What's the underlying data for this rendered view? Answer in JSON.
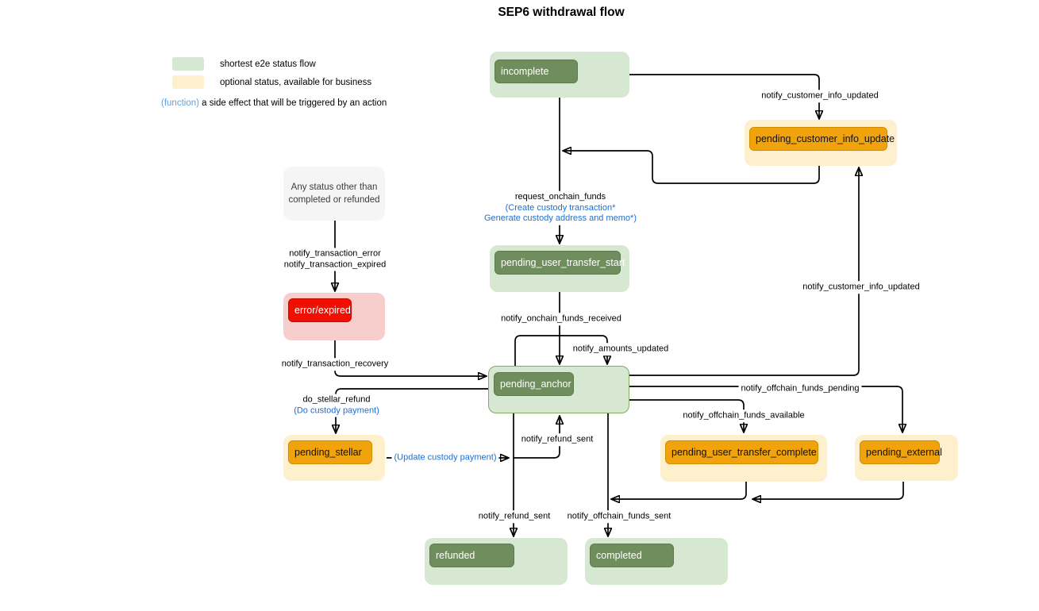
{
  "title": "SEP6 withdrawal flow",
  "legend": {
    "green_label": "shortest e2e status flow",
    "yellow_label": "optional status, available for business",
    "function_label": "(function)",
    "function_desc": " a side effect that will be triggered by an action"
  },
  "nodes": {
    "incomplete": {
      "label": "incomplete",
      "type": "shortest-flow"
    },
    "pending_customer_info_update": {
      "label": "pending_customer_info_update",
      "type": "optional"
    },
    "any_status": {
      "line1": "Any status other than",
      "line2": "completed or refunded",
      "type": "note"
    },
    "error_expired": {
      "label": "error/expired",
      "type": "error"
    },
    "pending_user_transfer_start": {
      "label": "pending_user_transfer_start",
      "type": "shortest-flow"
    },
    "pending_anchor": {
      "label": "pending_anchor",
      "type": "shortest-flow"
    },
    "pending_stellar": {
      "label": "pending_stellar",
      "type": "optional"
    },
    "pending_user_transfer_complete": {
      "label": "pending_user_transfer_complete",
      "type": "optional"
    },
    "pending_external": {
      "label": "pending_external",
      "type": "optional"
    },
    "refunded": {
      "label": "refunded",
      "type": "shortest-flow"
    },
    "completed": {
      "label": "completed",
      "type": "shortest-flow"
    }
  },
  "edge_labels": {
    "notify_customer_info_updated_top": "notify_customer_info_updated",
    "request_onchain_funds": "request_onchain_funds",
    "request_effect_line1": "(Create custody transaction*",
    "request_effect_line2": "Generate custody address and memo*)",
    "notify_transaction_error": "notify_transaction_error",
    "notify_transaction_expired": "notify_transaction_expired",
    "notify_onchain_funds_received": "notify_onchain_funds_received",
    "notify_amounts_updated": "notify_amounts_updated",
    "notify_transaction_recovery": "notify_transaction_recovery",
    "do_stellar_refund": "do_stellar_refund",
    "do_custody_payment": "(Do custody payment)",
    "update_custody_payment": "(Update custody payment)",
    "notify_refund_sent_loop": "notify_refund_sent",
    "notify_refund_sent": "notify_refund_sent",
    "notify_offchain_funds_sent": "notify_offchain_funds_sent",
    "notify_offchain_funds_pending": "notify_offchain_funds_pending",
    "notify_offchain_funds_available": "notify_offchain_funds_available",
    "notify_customer_info_updated_right": "notify_customer_info_updated"
  },
  "colors": {
    "shortest_flow_fill": "#d7e8d2",
    "state_badge_green": "#708d5d",
    "optional_fill": "#feefcd",
    "state_badge_orange": "#f0a30c",
    "error_outer_fill": "#f8cecc",
    "error_badge_red": "#f10f04",
    "note_fill": "#f5f5f5",
    "pending_anchor_border": "#7fae63",
    "side_effect_blue": "#1b6fd6",
    "legend_function_blue": "#5ba1e6",
    "edge_stroke": "#000000"
  }
}
